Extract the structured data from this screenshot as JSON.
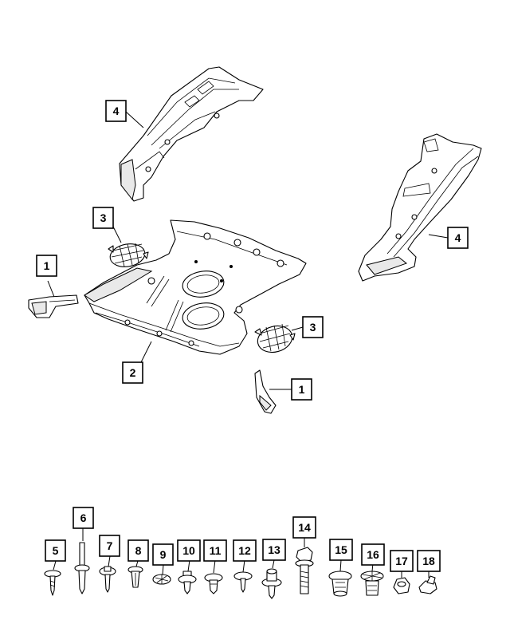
{
  "callouts": {
    "c1a": "1",
    "c1b": "1",
    "c2": "2",
    "c3a": "3",
    "c3b": "3",
    "c4a": "4",
    "c4b": "4",
    "c5": "5",
    "c6": "6",
    "c7": "7",
    "c8": "8",
    "c9": "9",
    "c10": "10",
    "c11": "11",
    "c12": "12",
    "c13": "13",
    "c14": "14",
    "c15": "15",
    "c16": "16",
    "c17": "17",
    "c18": "18"
  },
  "colors": {
    "line": "#000000",
    "background": "#ffffff",
    "shade": "#e9e9e9"
  }
}
